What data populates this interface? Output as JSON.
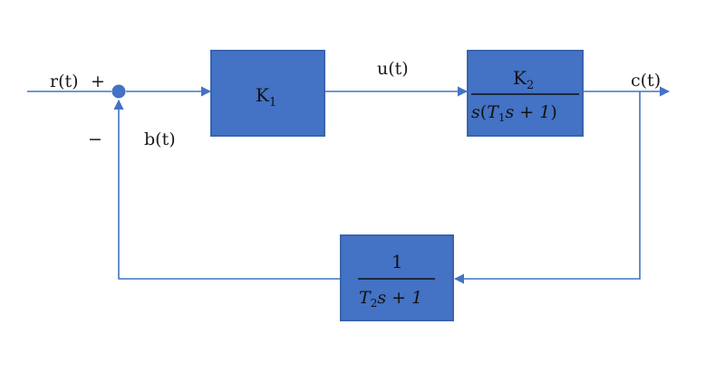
{
  "colors": {
    "block_fill": "#4472c4",
    "block_border": "#3a64ad",
    "line": "#4472c4",
    "text": "#1a1a1a"
  },
  "signals": {
    "input": "r(t)",
    "input_sign": "+",
    "feedback_sign": "−",
    "control": "u(t)",
    "output": "c(t)",
    "feedback": "b(t)"
  },
  "blocks": {
    "controller": {
      "label": "K",
      "sub": "1"
    },
    "plant": {
      "numerator": "K",
      "numerator_sub": "2",
      "den_s": "s",
      "den_open": "(",
      "den_T": "T",
      "den_T_sub": "1",
      "den_rest": "s + 1",
      "den_close": ")"
    },
    "feedback": {
      "numerator": "1",
      "den_T": "T",
      "den_T_sub": "2",
      "den_rest": "s + 1"
    }
  }
}
